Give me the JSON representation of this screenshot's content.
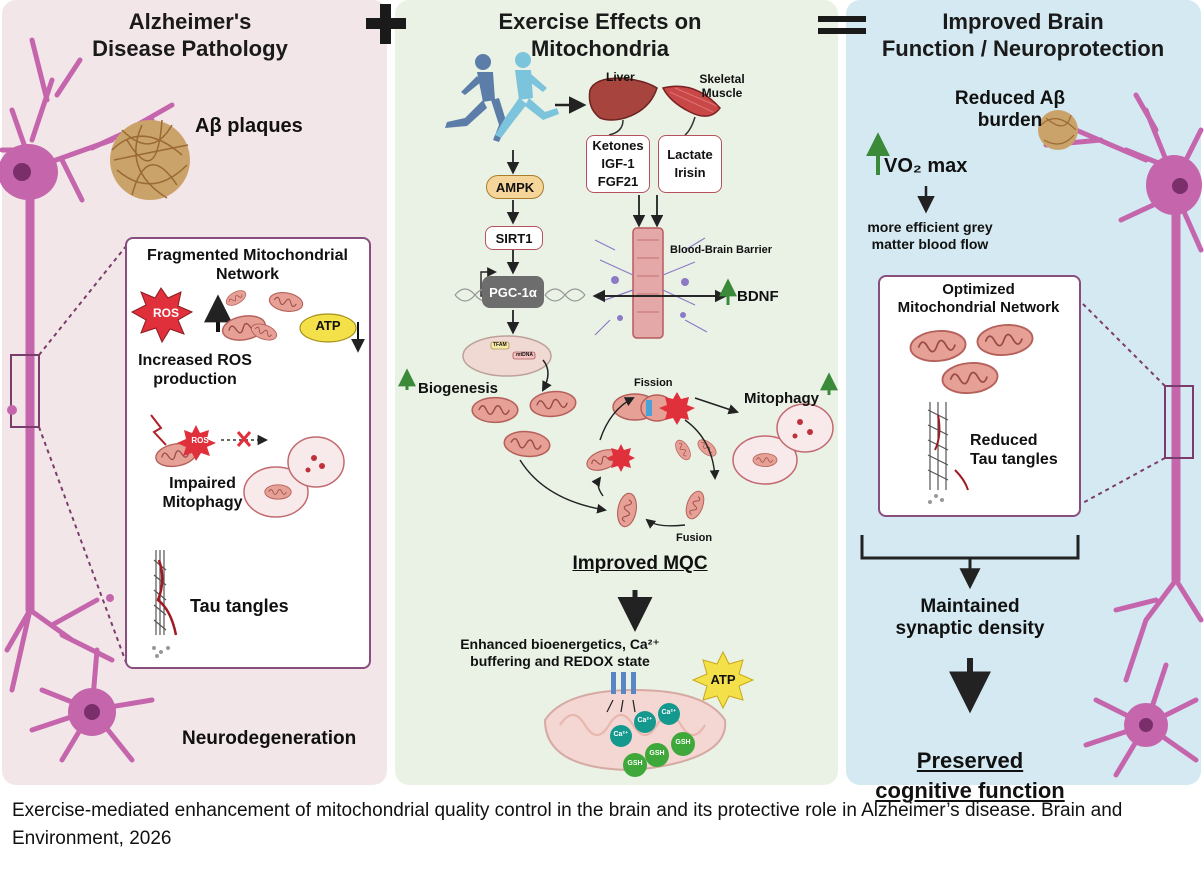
{
  "panels": {
    "left": {
      "title": "Alzheimer's\nDisease Pathology",
      "abeta_plaques": "Aβ plaques",
      "fragmented_network": "Fragmented Mitochondrial\nNetwork",
      "ros": "ROS",
      "atp": "ATP",
      "increased_ros": "Increased ROS\nproduction",
      "ros_small": "ROS",
      "impaired_mitophagy": "Impaired\nMitophagy",
      "tau_tangles": "Tau tangles",
      "neurodegeneration": "Neurodegeneration"
    },
    "middle": {
      "title": "Exercise Effects on\nMitochondria",
      "liver": "Liver",
      "skeletal_muscle": "Skeletal\nMuscle",
      "box_1": "Ketones\nIGF-1\nFGF21",
      "box_2": "Lactate\nIrisin",
      "ampk": "AMPK",
      "sirt1": "SIRT1",
      "pgc1a": "PGC-1α",
      "bbb": "Blood-Brain Barrier",
      "bdnf": "BDNF",
      "tfam": "TFAM",
      "mtdna": "mtDNA",
      "biogenesis": "Biogenesis",
      "fission": "Fission",
      "mitophagy": "Mitophagy",
      "fusion": "Fusion",
      "improved_mqc": "Improved MQC",
      "enhanced": "Enhanced bioenergetics, Ca²⁺\nbuffering and REDOX state",
      "atp": "ATP",
      "ca": "Ca²⁺",
      "gsh": "GSH"
    },
    "right": {
      "title": "Improved Brain\nFunction / Neuroprotection",
      "reduced_abeta": "Reduced Aβ\nburden",
      "vo2": "VO₂ max",
      "grey_matter": "more efficient grey\nmatter blood flow",
      "optimized_network": "Optimized\nMitochondrial Network",
      "reduced_tau": "Reduced\nTau tangles",
      "synaptic": "Maintained\nsynaptic density",
      "cognitive_1": "Preserved",
      "cognitive_2": "cognitive function"
    }
  },
  "caption": "Exercise-mediated enhancement of mitochondrial quality control in the brain and its protective role in Alzheimer’s disease. Brain and Environment, 2026",
  "colors": {
    "panel_left": "#f3e6e8",
    "panel_mid": "#eaf2e6",
    "panel_right": "#d4e9f1",
    "neuron": "#c566ad",
    "mitochondria": "#d98a82",
    "ros": "#e0303c",
    "atp": "#f4e14a",
    "up_arrow": "#3a8a3a"
  }
}
